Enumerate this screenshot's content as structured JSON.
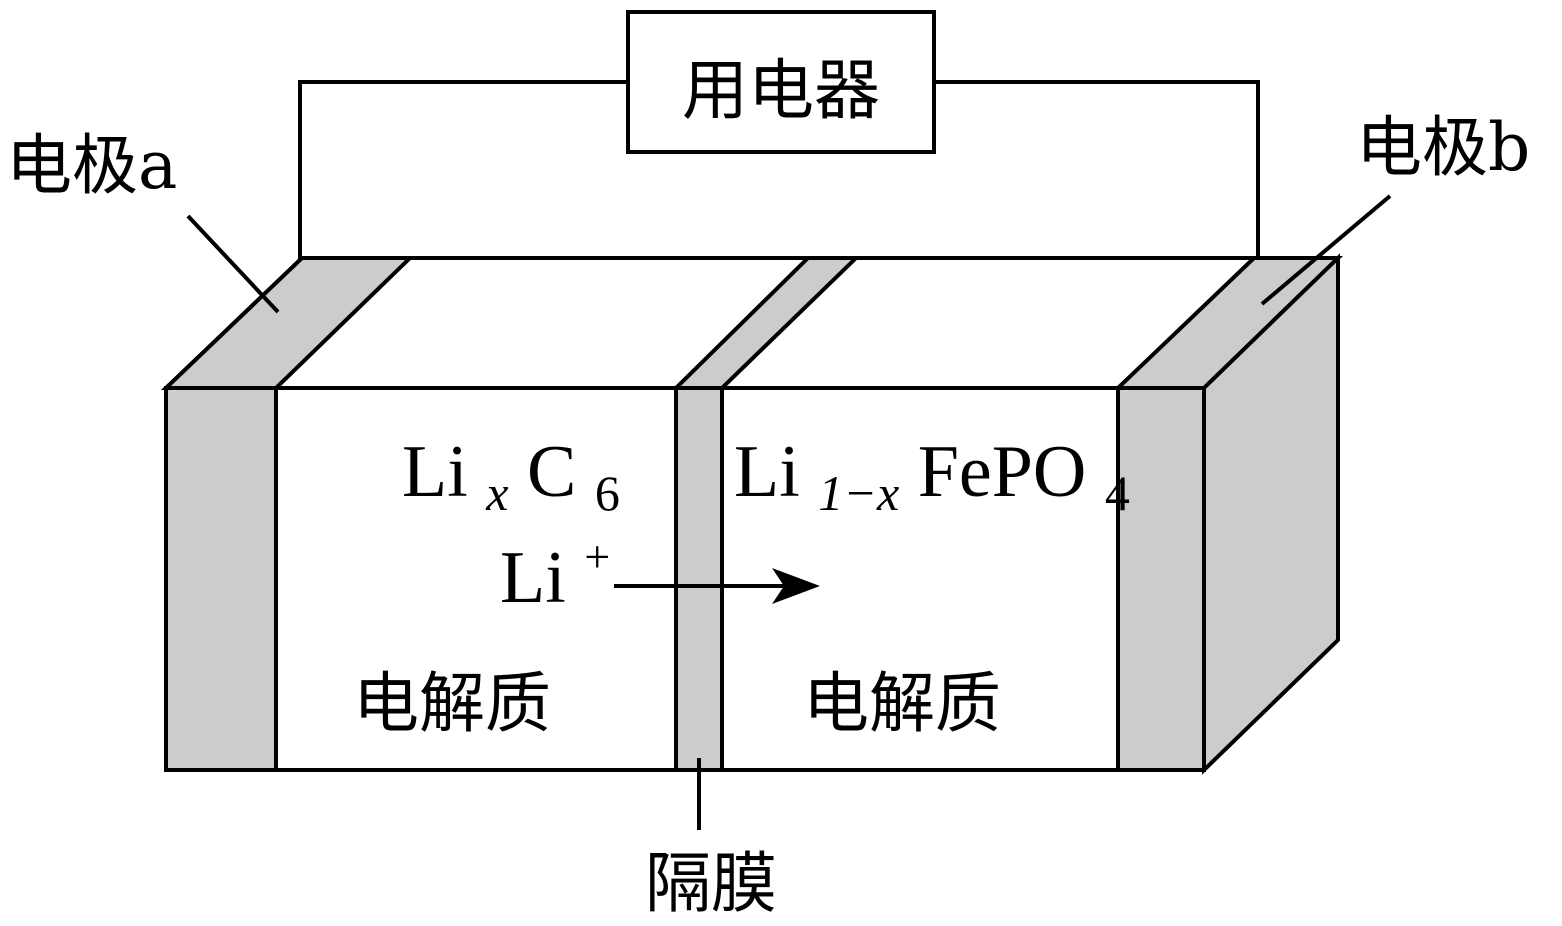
{
  "labels": {
    "load": "用电器",
    "electrode_a": "电极a",
    "electrode_b": "电极b",
    "separator": "隔膜",
    "electrolyte_left": "电解质",
    "electrolyte_right": "电解质"
  },
  "chemistry": {
    "anode_material": {
      "base1": "Li",
      "sub1": "x",
      "base2": "C",
      "sub2": "6"
    },
    "cathode_material": {
      "base1": "Li",
      "sub1": "1−x",
      "base2": "FePO",
      "sub2": "4"
    },
    "ion": {
      "base": "Li",
      "sup": "+"
    }
  },
  "colors": {
    "electrode_fill": "#cccccc",
    "line": "#000000",
    "background": "#ffffff"
  }
}
